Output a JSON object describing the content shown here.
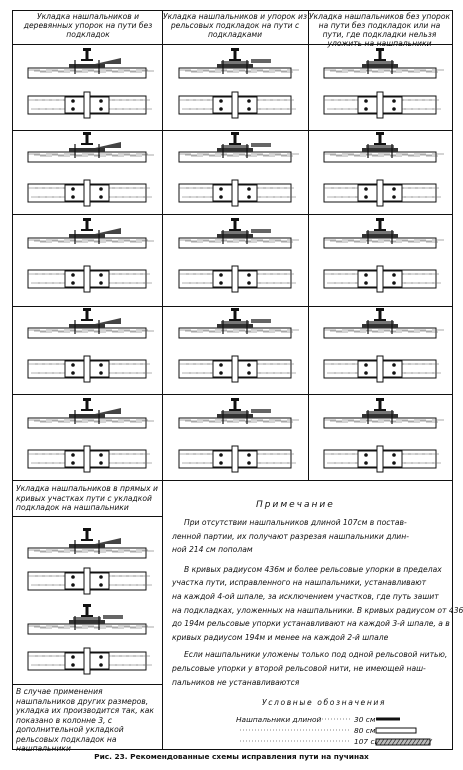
{
  "headers": {
    "col1": "Укладка нашпальников и деревянных упорок на пути без подкладок",
    "col2": "Укладка нашпальников и упорок из рельсовых подкладок на пути с подкладками",
    "col3": "Укладка нашпальников без упорок на пути без подкладок или на пути, где подкладки нельзя уложить на нашпальники"
  },
  "left_notes": {
    "straight": "Укладка нашпальников в прямых и кривых участках пути с укладкой подкладок на нашпальники",
    "other_sizes": "В случае применения нашпальников других размеров, укладка их производится так, как показано в колонне 3, с дополнительной укладкой рельсовых подкладок на нашпальники"
  },
  "note": {
    "title": "Примечание",
    "lines": [
      "При отсутствии нашпальников длиной 107см в постав-",
      "ленной партии, их получают разрезая нашпальники длин-",
      "ной  214 см пополам",
      "В кривых радиусом 436м и более рельсовые упорки в пределах",
      "участка пути, исправленного на нашпальники, устанавливают",
      "на каждой 4-ой шпале, за исключением участков, где путь зашит",
      "на подкладках, уложенных на нашпальники. В кривых радиусом от 436",
      "до 194м рельсовые упорки устанавливают на каждой 3-й шпале, а в",
      "кривых радиусом 194м и менее на каждой 2-й шпале",
      "Если нашпальники уложены только под одной рельсовой нитью,",
      "рельсовые упорки у второй рельсовой нити, не имеющей наш-",
      "пальников не устанавливаются"
    ]
  },
  "legend": {
    "title": "Условные обозначения",
    "rows": [
      {
        "label": "Нашпальники длиной",
        "length": "30 см"
      },
      {
        "label": "",
        "length": "80 см"
      },
      {
        "label": "",
        "length": "107 см"
      }
    ]
  },
  "caption": "Рис. 23. Рекомендованные схемы исправления пути на пучинах"
}
